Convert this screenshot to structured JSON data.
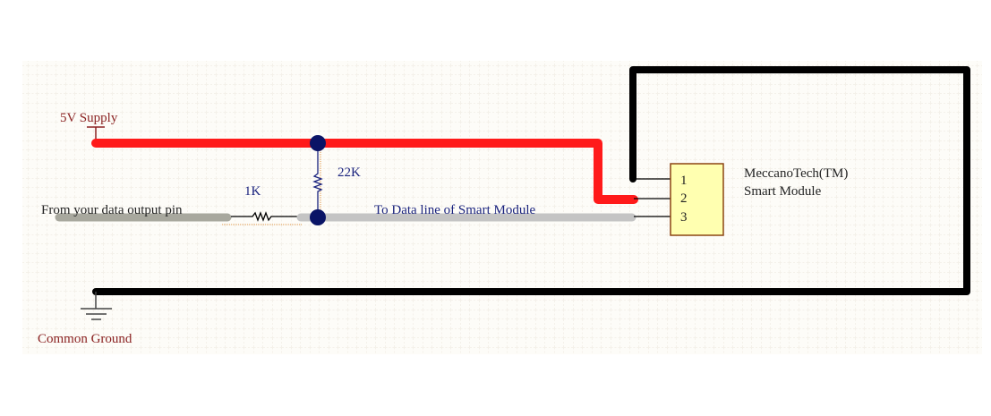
{
  "labels": {
    "supply": "5V Supply",
    "ground": "Common Ground",
    "input": "From your data output pin",
    "output": "To Data line of Smart Module",
    "r1": "1K",
    "r2": "22K",
    "module_line1": "MeccanoTech(TM)",
    "module_line2": "Smart Module",
    "pins": [
      "1",
      "2",
      "3"
    ]
  },
  "colors": {
    "power_wire": "#ff1a1a",
    "ground_wire": "#000000",
    "data_in_wire": "#a8a89e",
    "data_out_wire": "#c4c4c4",
    "junction": "#0a1466",
    "label_red": "#8b2323",
    "label_blue": "#1a237e",
    "module_fill": "#ffffb0"
  }
}
